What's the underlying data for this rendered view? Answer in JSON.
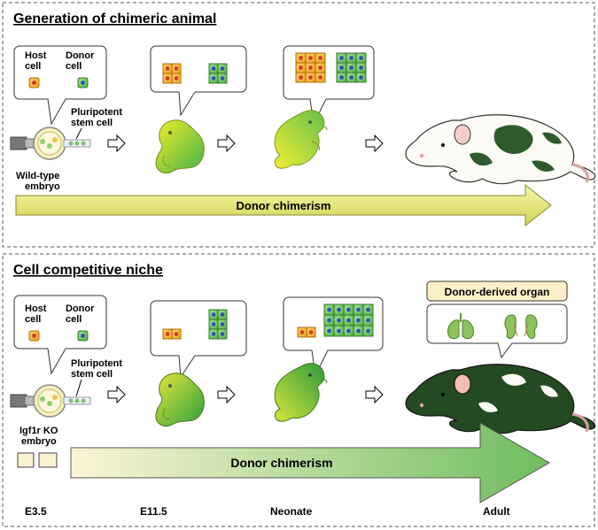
{
  "panel_top": {
    "title": "Generation of chimeric animal",
    "host_label_line1": "Host",
    "host_label_line2": "cell",
    "donor_label_line1": "Donor",
    "donor_label_line2": "cell",
    "stem_label_line1": "Pluripotent",
    "stem_label_line2": "stem cell",
    "embryo_label_line1": "Wild-type",
    "embryo_label_line2": "embryo",
    "arrow_label": "Donor chimerism"
  },
  "panel_bottom": {
    "title": "Cell competitive niche",
    "host_label_line1": "Host",
    "host_label_line2": "cell",
    "donor_label_line1": "Donor",
    "donor_label_line2": "cell",
    "stem_label_line1": "Pluripotent",
    "stem_label_line2": "stem cell",
    "embryo_label_line1": "Igf1r KO",
    "embryo_label_line2": "embryo",
    "organ_label": "Donor-derived organ",
    "arrow_label": "Donor chimerism"
  },
  "stages": [
    "E3.5",
    "E11.5",
    "Neonate",
    "Adult"
  ],
  "colors": {
    "host_cell": "#f2a51a",
    "donor_cell": "#5cb84a",
    "embryo_wildtype": "#e8e020",
    "embryo_chimeric_dark": "#2e5e2a",
    "arrow_top": "#e6e88a",
    "arrow_bottom": "#7cc16a",
    "organ_box": "#fdf3d2",
    "panel_border": "#555555"
  }
}
